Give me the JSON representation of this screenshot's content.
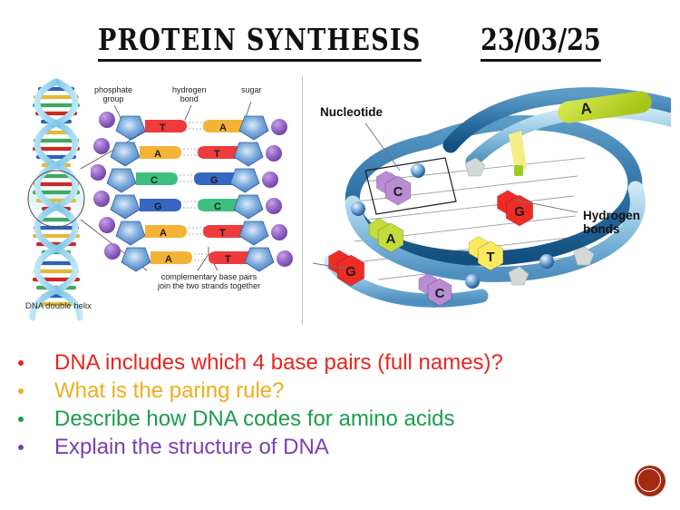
{
  "slide": {
    "title": "PROTEIN SYNTHESIS",
    "date": "23/03/25",
    "background": "#ffffff"
  },
  "figure_left": {
    "name": "dna-structure-diagram",
    "caption": "DNA double helix",
    "labels": {
      "phosphate": "phosphate\ngroup",
      "phosphate_line1": "phosphate",
      "phosphate_line2": "group",
      "hydrogen_line1": "hydrogen",
      "hydrogen_line2": "bond",
      "sugar": "sugar",
      "complementary_line1": "complementary base pairs",
      "complementary_line2": "join the two strands together"
    },
    "base_pairs": [
      {
        "left": "T",
        "right": "A",
        "left_color": "#EE3B3B",
        "right_color": "#F5B335"
      },
      {
        "left": "A",
        "right": "T",
        "left_color": "#F5B335",
        "right_color": "#EE3B3B"
      },
      {
        "left": "C",
        "right": "G",
        "left_color": "#3FBF7F",
        "right_color": "#3767C0"
      },
      {
        "left": "G",
        "right": "C",
        "left_color": "#3767C0",
        "right_color": "#3FBF7F"
      },
      {
        "left": "A",
        "right": "T",
        "left_color": "#F5B335",
        "right_color": "#EE3B3B"
      },
      {
        "left": "A",
        "right": "T",
        "left_color": "#F5B335",
        "right_color": "#EE3B3B"
      }
    ],
    "colors": {
      "phosphate_sphere": "#8B5FBF",
      "sugar_pentagon": "#4A7FC1",
      "helix_ribbon": "#9DD6F0"
    }
  },
  "figure_right": {
    "name": "dna-3d-helix-diagram",
    "labels": {
      "nucleotide": "Nucleotide",
      "hydrogen_line1": "Hydrogen",
      "hydrogen_line2": "bonds"
    },
    "bases": [
      {
        "letter": "A",
        "color": "#C3DC3B"
      },
      {
        "letter": "C",
        "color": "#B98CD4"
      },
      {
        "letter": "G",
        "color": "#EE2C24"
      },
      {
        "letter": "A",
        "color": "#C3DC3B"
      },
      {
        "letter": "G",
        "color": "#EE2C24"
      },
      {
        "letter": "T",
        "color": "#FAE95C"
      },
      {
        "letter": "C",
        "color": "#B98CD4"
      }
    ],
    "colors": {
      "ribbon_front": "#8FC4E2",
      "ribbon_back": "#2C6FA3"
    }
  },
  "questions": [
    {
      "text": "DNA includes which 4 base pairs (full names)?",
      "color": "#E8251F"
    },
    {
      "text": "What is the paring rule?",
      "color": "#EDAE1C"
    },
    {
      "text": "Describe how DNA codes for amino acids",
      "color": "#1A9E4B"
    },
    {
      "text": "Explain the structure of DNA",
      "color": "#7B3FB5"
    }
  ],
  "badge": {
    "name": "return-button",
    "color": "#A32A12"
  }
}
